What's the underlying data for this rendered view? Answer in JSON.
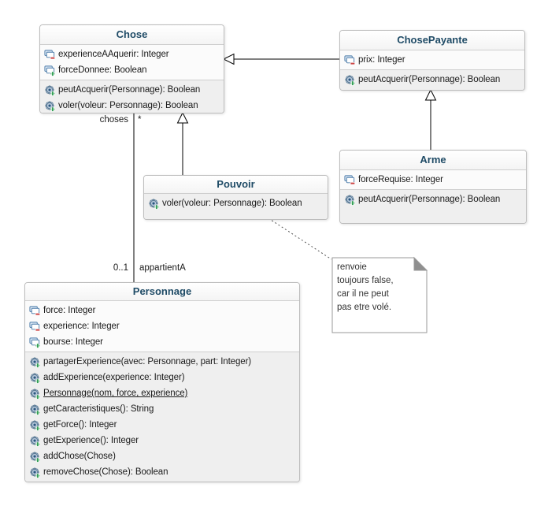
{
  "classes": {
    "chose": {
      "title": "Chose",
      "attributes": [
        {
          "text": "experienceAAquerir: Integer",
          "visibility": "private"
        },
        {
          "text": "forceDonnee: Boolean",
          "visibility": "public"
        }
      ],
      "operations": [
        {
          "text": "peutAcquerir(Personnage): Boolean",
          "visibility": "public"
        },
        {
          "text": "voler(voleur: Personnage): Boolean",
          "visibility": "public"
        }
      ]
    },
    "chosePayante": {
      "title": "ChosePayante",
      "attributes": [
        {
          "text": "prix: Integer",
          "visibility": "private"
        }
      ],
      "operations": [
        {
          "text": "peutAcquerir(Personnage): Boolean",
          "visibility": "public"
        }
      ]
    },
    "arme": {
      "title": "Arme",
      "attributes": [
        {
          "text": "forceRequise: Integer",
          "visibility": "private"
        }
      ],
      "operations": [
        {
          "text": "peutAcquerir(Personnage): Boolean",
          "visibility": "public"
        }
      ]
    },
    "pouvoir": {
      "title": "Pouvoir",
      "operations": [
        {
          "text": "voler(voleur: Personnage): Boolean",
          "visibility": "public"
        }
      ]
    },
    "personnage": {
      "title": "Personnage",
      "attributes": [
        {
          "text": "force: Integer",
          "visibility": "private"
        },
        {
          "text": "experience: Integer",
          "visibility": "private"
        },
        {
          "text": "bourse: Integer",
          "visibility": "public"
        }
      ],
      "operations": [
        {
          "text": "partagerExperience(avec: Personnage, part: Integer)",
          "visibility": "public"
        },
        {
          "text": "addExperience(experience: Integer)",
          "visibility": "public"
        },
        {
          "text": "Personnage(nom, force, experience)",
          "visibility": "public",
          "static": true
        },
        {
          "text": "getCaracteristiques(): String",
          "visibility": "public"
        },
        {
          "text": "getForce(): Integer",
          "visibility": "public"
        },
        {
          "text": "getExperience(): Integer",
          "visibility": "public"
        },
        {
          "text": "addChose(Chose)",
          "visibility": "public"
        },
        {
          "text": "removeChose(Chose): Boolean",
          "visibility": "public"
        }
      ]
    }
  },
  "edges": {
    "association": {
      "source_role": "choses",
      "source_multiplicity": "*",
      "target_multiplicity": "0..1",
      "name": "appartientA"
    }
  },
  "note": {
    "lines": [
      "renvoie",
      "toujours false,",
      "car il ne peut",
      "pas etre volé."
    ]
  },
  "colors": {
    "title_text": "#1f4b66",
    "connector": "#000000",
    "box_border": "#bdbdbd",
    "note_fold": "#8f8f8f",
    "private_badge": "#cc4444",
    "public_badge": "#2f9e52"
  }
}
